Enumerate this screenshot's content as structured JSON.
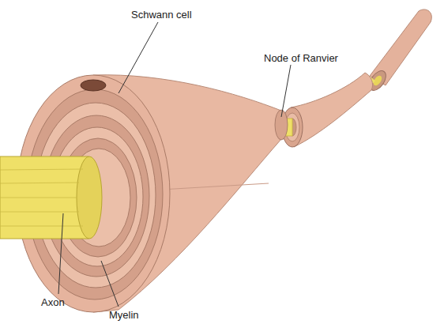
{
  "diagram": {
    "labels": [
      "Schwann cell",
      "Node of Ranvier",
      "Axon",
      "Myelin"
    ]
  }
}
